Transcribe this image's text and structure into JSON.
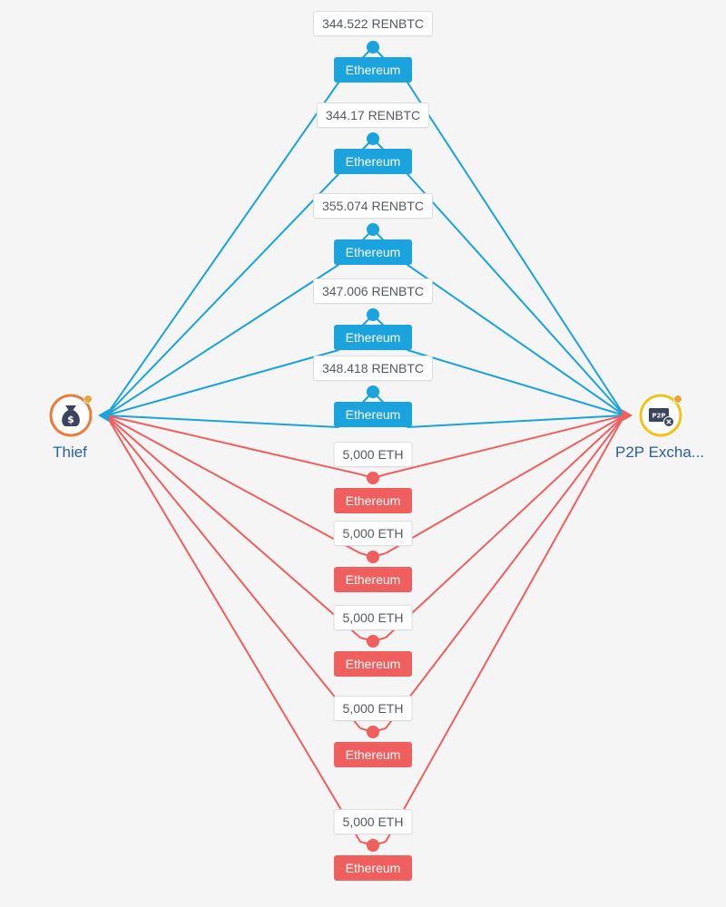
{
  "colors": {
    "blue": "#1aa3dc",
    "red": "#ef5f5e",
    "thief_ring": "#ef7b3a",
    "exchange_ring": "#f2c21b",
    "status_dot": "#f3a23a",
    "icon_dark": "#3a4360",
    "label_text": "#2b5f9f"
  },
  "nodes": {
    "thief": {
      "label": "Thief",
      "icon": "money-bag-icon",
      "icon_text": "$"
    },
    "exchange": {
      "label": "P2P Excha...",
      "icon": "p2p-exchange-icon",
      "icon_text": "P2P"
    }
  },
  "transfers": [
    {
      "amount": "344.522 RENBTC",
      "chain": "Ethereum",
      "color": "blue"
    },
    {
      "amount": "344.17 RENBTC",
      "chain": "Ethereum",
      "color": "blue"
    },
    {
      "amount": "355.074 RENBTC",
      "chain": "Ethereum",
      "color": "blue"
    },
    {
      "amount": "347.006 RENBTC",
      "chain": "Ethereum",
      "color": "blue"
    },
    {
      "amount": "348.418 RENBTC",
      "chain": "Ethereum",
      "color": "blue"
    },
    {
      "amount": "5,000 ETH",
      "chain": "Ethereum",
      "color": "red"
    },
    {
      "amount": "5,000 ETH",
      "chain": "Ethereum",
      "color": "red"
    },
    {
      "amount": "5,000 ETH",
      "chain": "Ethereum",
      "color": "red"
    },
    {
      "amount": "5,000 ETH",
      "chain": "Ethereum",
      "color": "red"
    },
    {
      "amount": "5,000 ETH",
      "chain": "Ethereum",
      "color": "red"
    }
  ]
}
